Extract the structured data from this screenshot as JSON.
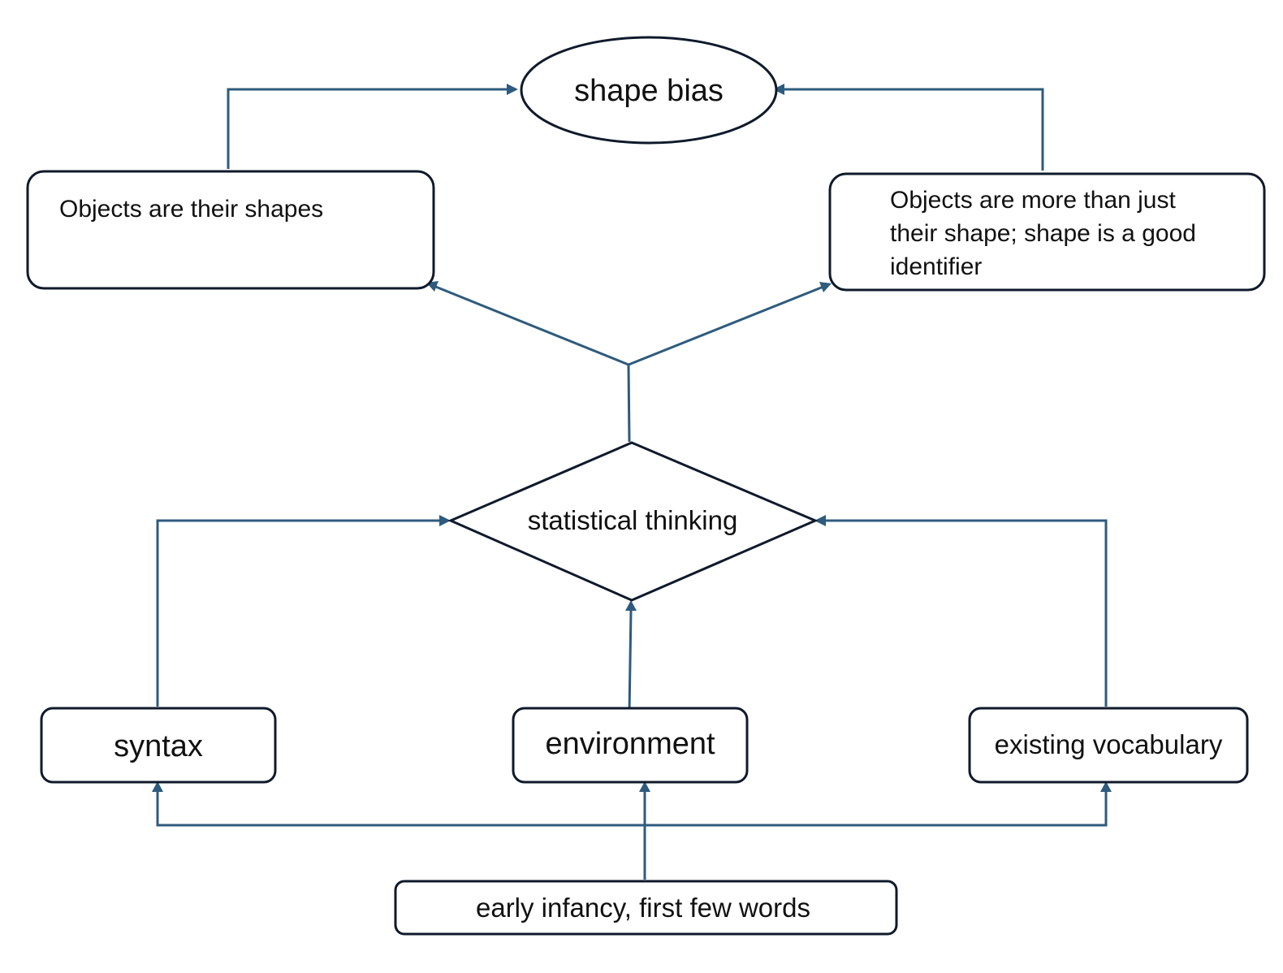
{
  "diagram": {
    "nodes": {
      "shape_bias": "shape bias",
      "objects_shapes": "Objects are their shapes",
      "objects_more": [
        "Objects are more than just",
        "their shape; shape is a good",
        "identifier"
      ],
      "statistical_thinking": "statistical thinking",
      "syntax": "syntax",
      "environment": "environment",
      "existing_vocabulary": "existing vocabulary",
      "early_infancy": "early infancy, first few words"
    },
    "colors": {
      "connector": "#2e5b7d",
      "node_border": "#0f1a2b"
    }
  }
}
